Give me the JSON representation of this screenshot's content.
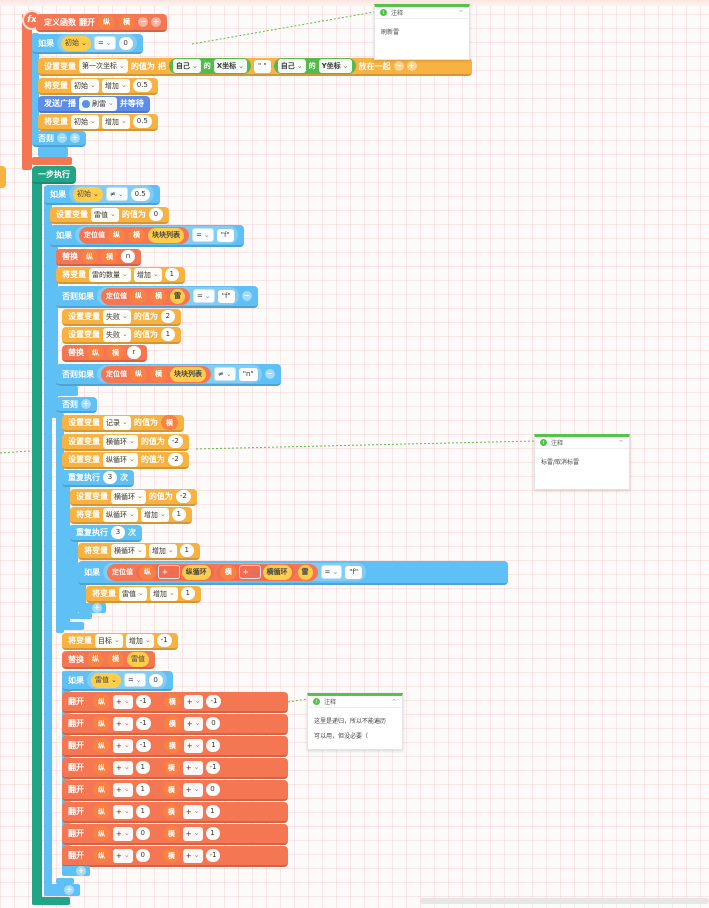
{
  "func": {
    "icon": "fx",
    "def": "定义函数",
    "name": "翻开",
    "p1": "纵",
    "p2": "横"
  },
  "top": {
    "if1": "如果",
    "init": "初始",
    "eq": "=",
    "zero": "0",
    "set": "设置变量",
    "firstcoord": "第一次坐标",
    "valueis": "的值为",
    "join": "把",
    "self": "自己",
    "of": "的",
    "xcoord": "X坐标",
    "space": "\" \"",
    "ycoord": "Y坐标",
    "together": "放在一起",
    "change": "将变量",
    "inc": "增加",
    "half": "0.5",
    "broadcast": "发送广播",
    "refresh": "刷雷",
    "wait": "并等待",
    "else": "否则"
  },
  "step": {
    "title": "一步执行",
    "if": "如果",
    "init": "初始",
    "neq": "≠",
    "half": "0.5",
    "set": "设置变量",
    "mineval": "雷值",
    "valueis": "的值为",
    "zero": "0",
    "locate": "定位值",
    "row": "纵",
    "col": "横",
    "blocklist": "块块列表",
    "eq": "=",
    "f": "\"f\"",
    "replace": "替换",
    "n": "n",
    "change": "将变量",
    "minecount": "雷的数量",
    "inc": "增加",
    "one": "1",
    "elseif": "否则如果",
    "mine": "雷",
    "fail": "失败",
    "two": "2",
    "failcnt": "失败",
    "r": "r",
    "nq": "\"n\"",
    "else": "否则",
    "record": "记录",
    "col_loop": "横循环",
    "row_loop": "纵循环",
    "neg2": "-2",
    "neg1": "-1",
    "repeat": "重复执行",
    "three": "3",
    "times": "次",
    "plus": "+",
    "target": "目标",
    "flip": "翻开"
  },
  "flips": [
    {
      "a": "-1",
      "b": "-1"
    },
    {
      "a": "-1",
      "b": "0"
    },
    {
      "a": "-1",
      "b": "1"
    },
    {
      "a": "1",
      "b": "-1"
    },
    {
      "a": "1",
      "b": "0"
    },
    {
      "a": "1",
      "b": "1"
    },
    {
      "a": "0",
      "b": "1"
    },
    {
      "a": "0",
      "b": "-1"
    }
  ],
  "notes": [
    {
      "title": "注释",
      "text": "刷新雷"
    },
    {
      "title": "注释",
      "text": "标雷/取消标雷"
    },
    {
      "title": "注释",
      "text1": "这里是递归，所以不能遍历",
      "text2": "可以用，但没必要（"
    }
  ],
  "colors": {
    "control": "#5ec0f5",
    "variable": "#f7b241",
    "function": "#f57653",
    "flow": "#22a487",
    "broadcast": "#5b8de9"
  }
}
